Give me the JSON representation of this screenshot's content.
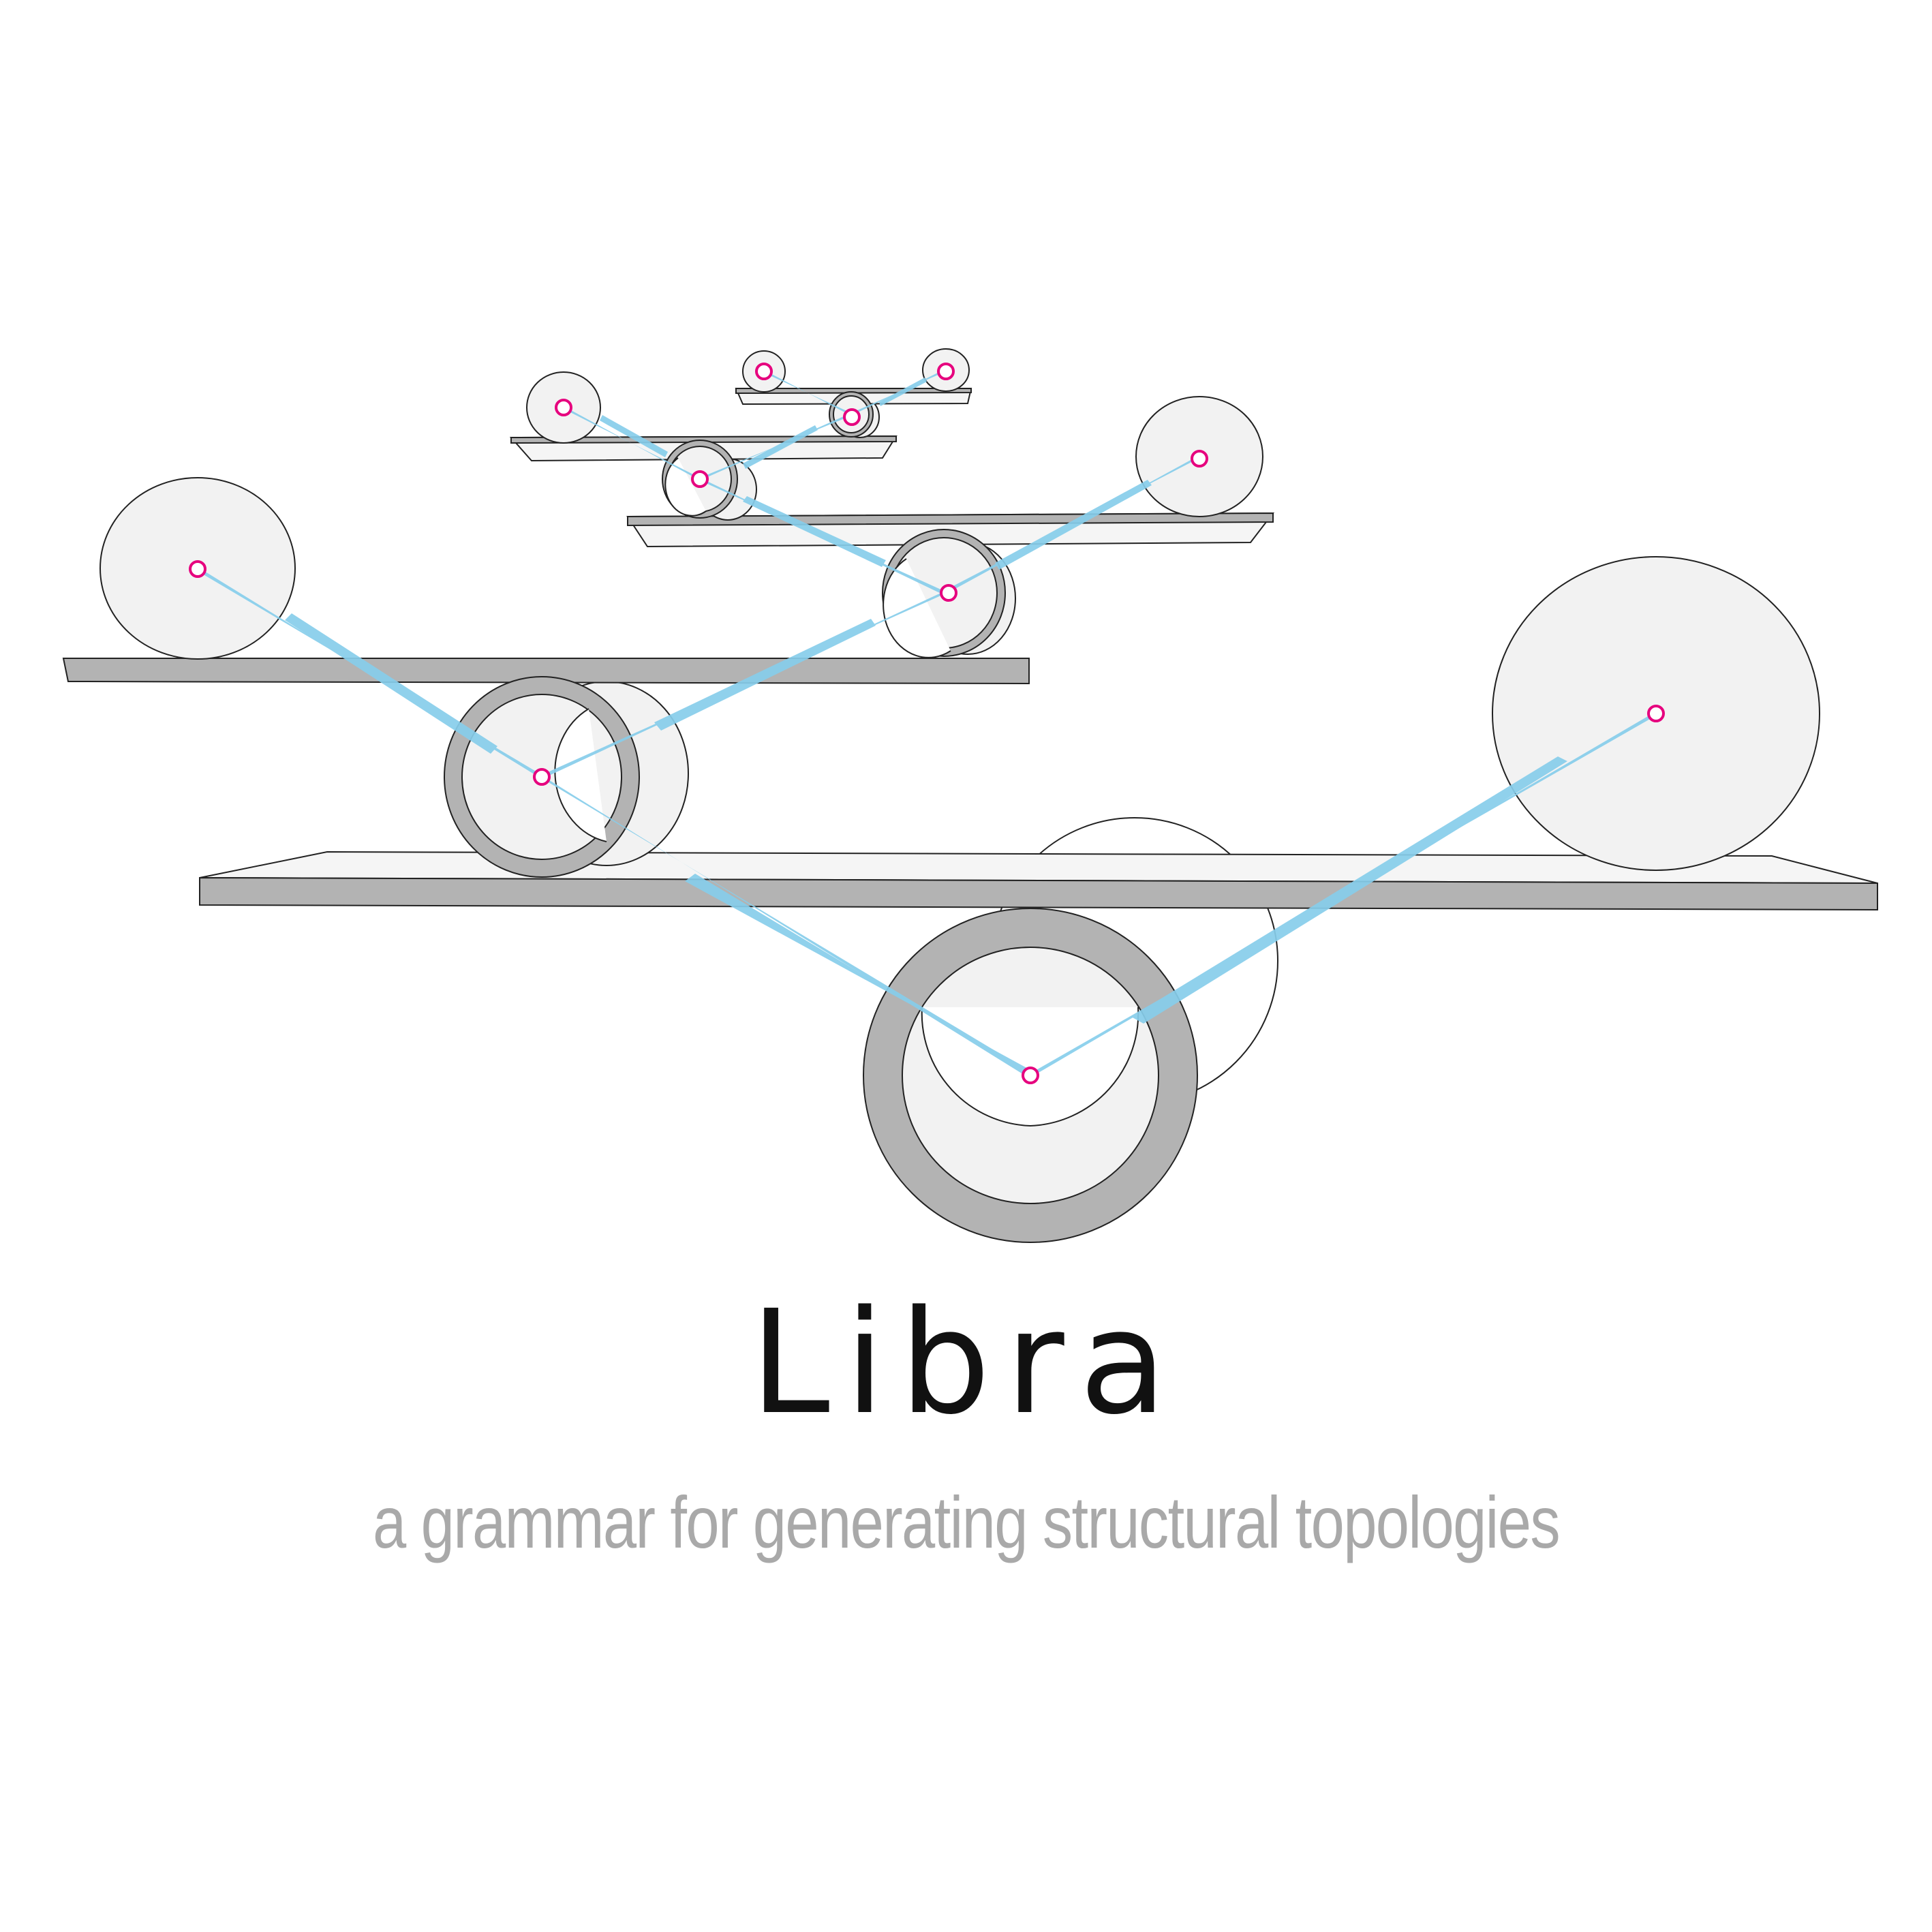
{
  "title": "Libra",
  "subtitle": "a grammar for generating structural topologies",
  "colors": {
    "ring_fill": "#b3b3b3",
    "sphere_fill": "#f2f2f2",
    "beam_top": "#f5f5f5",
    "beam_side": "#b3b3b3",
    "outline": "#222222",
    "link": "#87ceeb",
    "node": "#e6007e"
  },
  "structure": {
    "levels": 4,
    "description_nodes": [
      "pivot-ring",
      "beam",
      "left-sphere",
      "right-sphere"
    ]
  }
}
